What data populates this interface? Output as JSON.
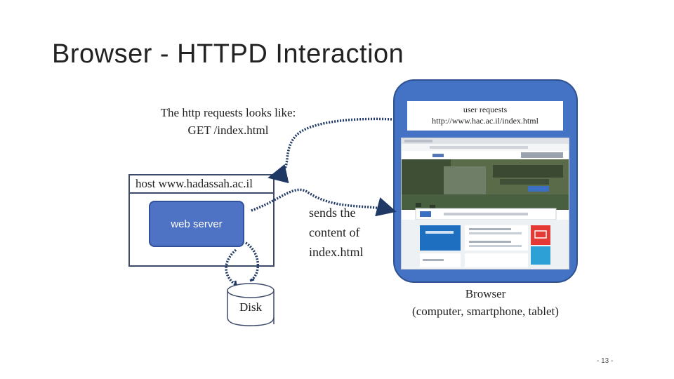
{
  "slide": {
    "title": "Browser - HTTPD Interaction",
    "page_number": "- 13 -"
  },
  "request_note": {
    "line1": "The http requests looks like:",
    "line2": "GET /index.html"
  },
  "server": {
    "host_label": "host  www.hadassah.ac.il",
    "web_server_label": "web server",
    "disk_label": "Disk"
  },
  "response_note": {
    "line1": "sends the",
    "line2": "content of",
    "line3": "index.html"
  },
  "browser": {
    "user_request_line1": "user requests",
    "user_request_line2": "http://www.hac.ac.il/index.html",
    "caption_line1": "Browser",
    "caption_line2": "(computer, smartphone, tablet)"
  },
  "colors": {
    "accent_blue": "#4472c4",
    "arrow_navy": "#1f3864",
    "box_border": "#3d4a6a"
  }
}
